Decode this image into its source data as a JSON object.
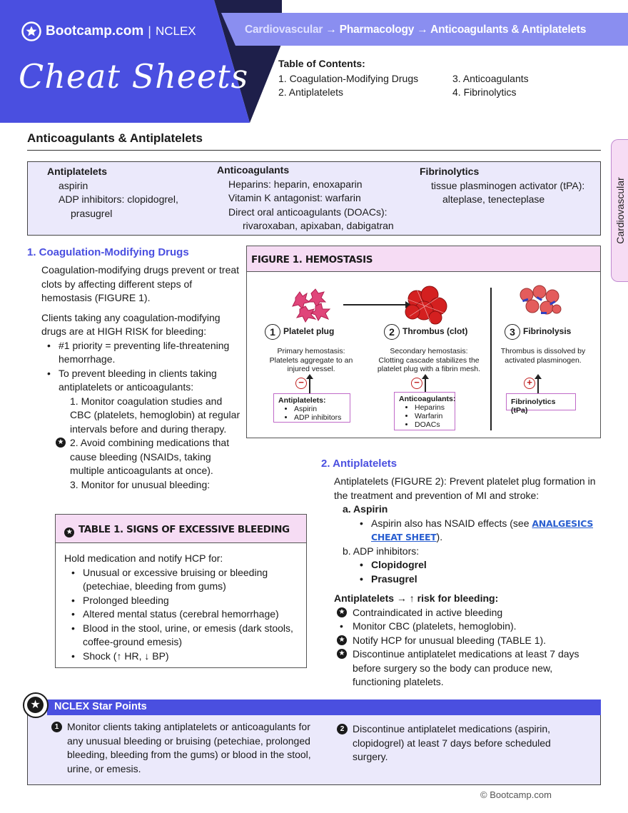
{
  "header": {
    "brand": "Bootcamp.com",
    "separator": "|",
    "product": "NCLEX",
    "script_title": "Cheat Sheets",
    "breadcrumb": {
      "first": "Cardiovascular",
      "arrow1": "→",
      "second": "Pharmacology",
      "arrow2": "→",
      "third": "Anticoagulants & Antiplatelets"
    }
  },
  "toc": {
    "title": "Table of Contents:",
    "items": [
      "1.  Coagulation-Modifying Drugs",
      "2.  Antiplatelets",
      "3.  Anticoagulants",
      "4.  Fibrinolytics"
    ]
  },
  "side_tab": "Cardiovascular",
  "page_title": "Anticoagulants & Antiplatelets",
  "overview": {
    "antiplatelets": {
      "heading": "Antiplatelets",
      "l1": "aspirin",
      "l2": "ADP inhibitors: clopidogrel,",
      "l3": "prasugrel"
    },
    "anticoagulants": {
      "heading": "Anticoagulants",
      "l1": "Heparins: heparin, enoxaparin",
      "l2": "Vitamin K antagonist: warfarin",
      "l3": "Direct oral anticoagulants (DOACs):",
      "l4": "rivaroxaban, apixaban, dabigatran"
    },
    "fibrinolytics": {
      "heading": "Fibrinolytics",
      "l1": "tissue plasminogen activator (tPA):",
      "l2": "alteplase, tenecteplase"
    }
  },
  "section1": {
    "heading": "1. Coagulation-Modifying Drugs",
    "p1": "Coagulation-modifying drugs prevent or treat clots by affecting different steps of hemostasis (FIGURE 1).",
    "p2": "Clients taking any coagulation-modifying drugs are at HIGH RISK for bleeding:",
    "b1": "#1 priority = preventing life-threatening hemorrhage.",
    "b2": "To prevent bleeding in clients taking antiplatelets or anticoagulants:",
    "n1": "1. Monitor coagulation studies and CBC (platelets, hemoglobin) at regular intervals before and during therapy.",
    "n2": "2. Avoid combining medications that cause bleeding (NSAIDs, taking multiple anticoagulants at once).",
    "n3": "3. Monitor for unusual bleeding:"
  },
  "figure1": {
    "title": "FIGURE 1. HEMOSTASIS",
    "s1": {
      "num": "1",
      "label": "Platelet plug",
      "c1": "Primary hemostasis:",
      "c2": "Platelets aggregate to an",
      "c3": "injured vessel.",
      "box_title": "Antiplatelets:",
      "box_items": [
        "Aspirin",
        "ADP inhibitors"
      ],
      "sign": "−"
    },
    "s2": {
      "num": "2",
      "label": "Thrombus (clot)",
      "c1": "Secondary hemostasis:",
      "c2": "Clotting cascade stabilizes the",
      "c3": "platelet plug with a fibrin mesh.",
      "box_title": "Anticoagulants:",
      "box_items": [
        "Heparins",
        "Warfarin",
        "DOACs"
      ],
      "sign": "−"
    },
    "s3": {
      "num": "3",
      "label": "Fibrinolysis",
      "c1": "Thrombus is dissolved by",
      "c2": "activated plasminogen.",
      "box_title": "Fibrinolytics (tPa)",
      "sign": "+"
    }
  },
  "table1": {
    "title": "TABLE 1. SIGNS OF EXCESSIVE BLEEDING",
    "intro": "Hold medication and notify HCP for:",
    "items": [
      "Unusual or excessive bruising or bleeding (petechiae, bleeding from gums)",
      "Prolonged bleeding",
      "Altered mental status (cerebral hemorrhage)",
      "Blood in the stool, urine, or emesis (dark stools, coffee-ground emesis)",
      "Shock (↑ HR, ↓ BP)"
    ]
  },
  "section2": {
    "heading": "2. Antiplatelets",
    "p1": "Antiplatelets (FIGURE 2): Prevent platelet plug formation in the treatment and prevention of MI and stroke:",
    "a": "a.  Aspirin",
    "a1_pre": "Aspirin also has NSAID effects (see ",
    "a1_link": "ANALGESICS CHEAT SHEET",
    "a1_post": ").",
    "b": "b.  ADP inhibitors:",
    "b1": "Clopidogrel",
    "b2": "Prasugrel",
    "risk": "Antiplatelets → ↑ risk for bleeding:",
    "r1": "Contraindicated in active bleeding",
    "r2": "Monitor CBC (platelets, hemoglobin).",
    "r3": "Notify HCP for unusual bleeding (TABLE 1).",
    "r4": "Discontinue antiplatelet medications at least 7 days before surgery so the body can produce new, functioning platelets."
  },
  "star_points": {
    "title": "NCLEX Star Points",
    "p1": "Monitor clients taking antiplatelets or anticoagulants for any unusual bleeding or bruising (petechiae, prolonged bleeding, bleeding from the gums) or blood in the stool, urine, or emesis.",
    "p2": "Discontinue antiplatelet medications (aspirin, clopidogrel) at least 7 days before scheduled surgery.",
    "n1": "1",
    "n2": "2"
  },
  "footer": "© Bootcamp.com",
  "colors": {
    "brand_blue": "#4a4fe0",
    "navy": "#1e1f4a",
    "pink_header": "#f6dcf4",
    "lavender_box": "#ebe9fb",
    "alert_red": "#d42020"
  }
}
